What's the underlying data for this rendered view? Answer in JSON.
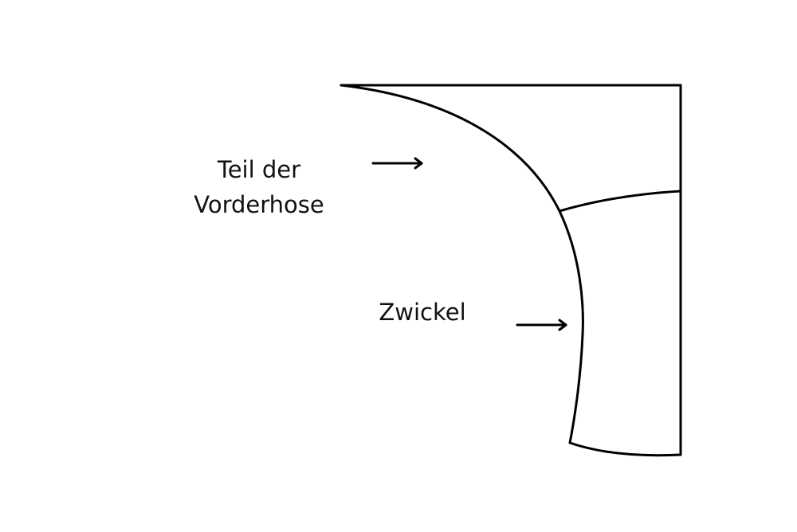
{
  "labels": {
    "vorderhose_line1": "Teil der",
    "vorderhose_line2": "Vorderhose",
    "zwickel": "Zwickel"
  },
  "colors": {
    "stroke": "#000000",
    "text": "#111111",
    "background": "#ffffff"
  }
}
